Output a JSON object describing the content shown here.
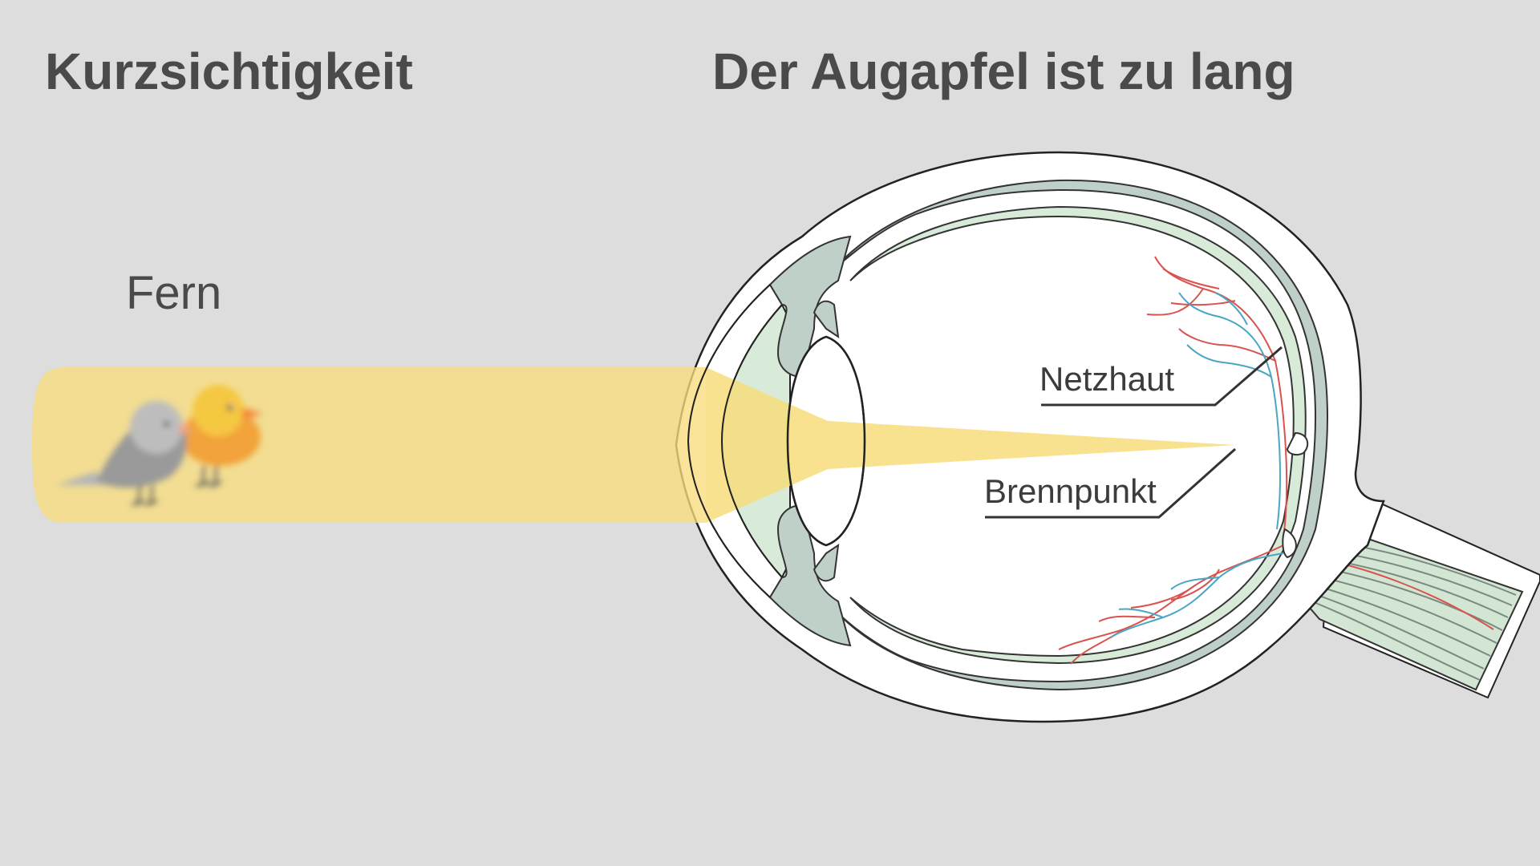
{
  "header": {
    "left_title": "Kurzsichtigkeit",
    "right_title": "Der Augapfel ist zu lang"
  },
  "object": {
    "distance_label": "Fern",
    "icon": "two-birds-blurred"
  },
  "labels": {
    "retina": "Netzhaut",
    "focal_point": "Brennpunkt"
  },
  "colors": {
    "background": "#dddddd",
    "light_beam": "#f7dd7c",
    "eye_layers": "#bfd0c8",
    "eye_inner_layer": "#d8ead8",
    "artery": "#d9534f",
    "vein": "#4aa6c4",
    "text": "#4a4a4a"
  }
}
